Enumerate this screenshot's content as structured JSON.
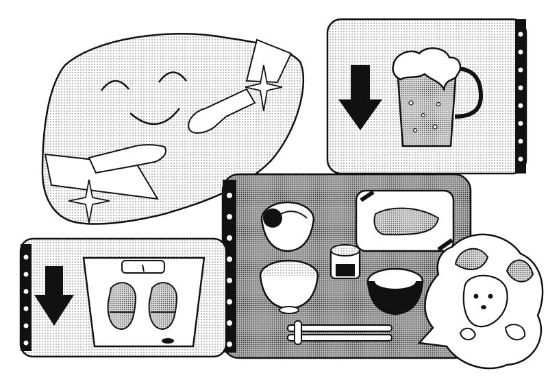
{
  "illustration": {
    "panels": [
      {
        "name": "liver",
        "icons": [
          "smiling-face",
          "hands",
          "sparkles"
        ]
      },
      {
        "name": "reduce-alcohol",
        "icons": [
          "down-arrow-icon",
          "beer-mug-icon"
        ]
      },
      {
        "name": "reduce-weight",
        "icons": [
          "down-arrow-icon",
          "scale-icon",
          "footprints-icon"
        ]
      },
      {
        "name": "balanced-meal",
        "icons": [
          "noodle-bowl-icon",
          "grilled-fish-icon",
          "rice-bowl-icon",
          "side-dish-cup-icon",
          "miso-soup-icon",
          "chopsticks-icon"
        ]
      },
      {
        "name": "mascot",
        "icons": [
          "mouse-character-icon",
          "speech-bubble-icon"
        ]
      }
    ],
    "colors": {
      "ink": "#111111",
      "paper": "#ffffff",
      "tone_light": "#ececec",
      "tone_mid": "#bdbdbd",
      "tone_dark": "#8f8f8f"
    }
  }
}
